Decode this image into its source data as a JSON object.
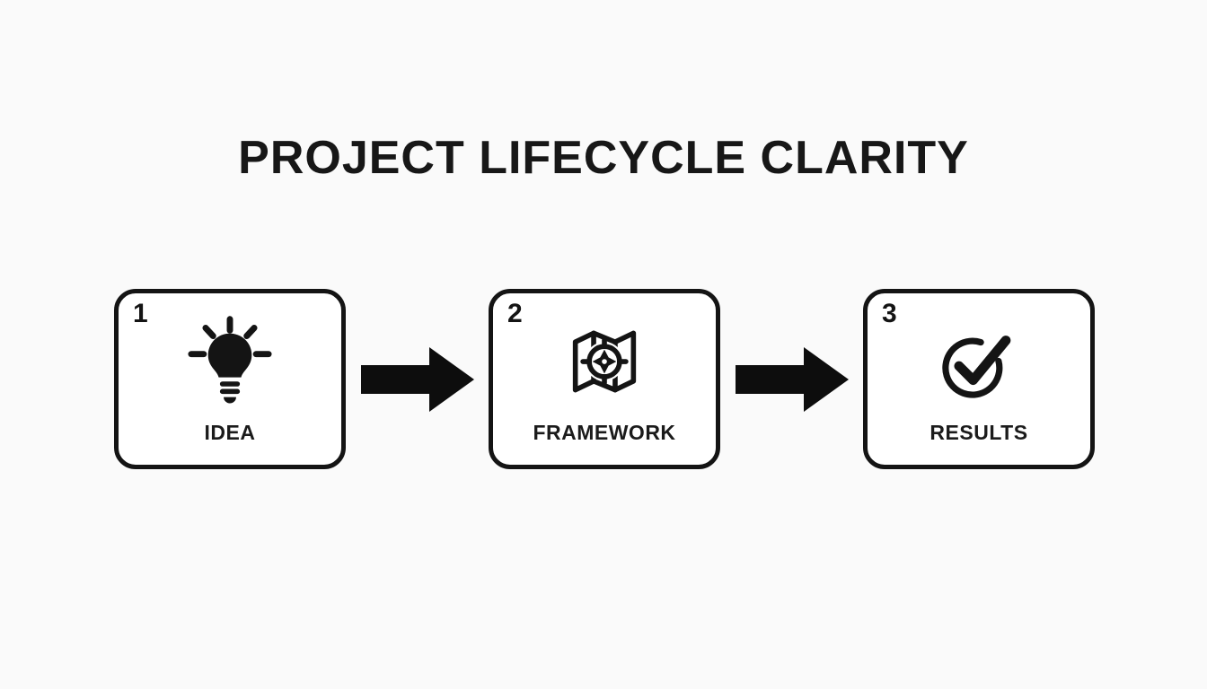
{
  "title": "PROJECT LIFECYCLE CLARITY",
  "steps": [
    {
      "number": "1",
      "label": "IDEA",
      "icon": "lightbulb-icon"
    },
    {
      "number": "2",
      "label": "FRAMEWORK",
      "icon": "map-icon"
    },
    {
      "number": "3",
      "label": "RESULTS",
      "icon": "check-circle-icon"
    }
  ],
  "connectors": {
    "type": "arrow-right",
    "count": 2
  },
  "colors": {
    "ink": "#141414",
    "background": "#fafafa",
    "box_background": "#ffffff",
    "title_color": "#171717"
  }
}
